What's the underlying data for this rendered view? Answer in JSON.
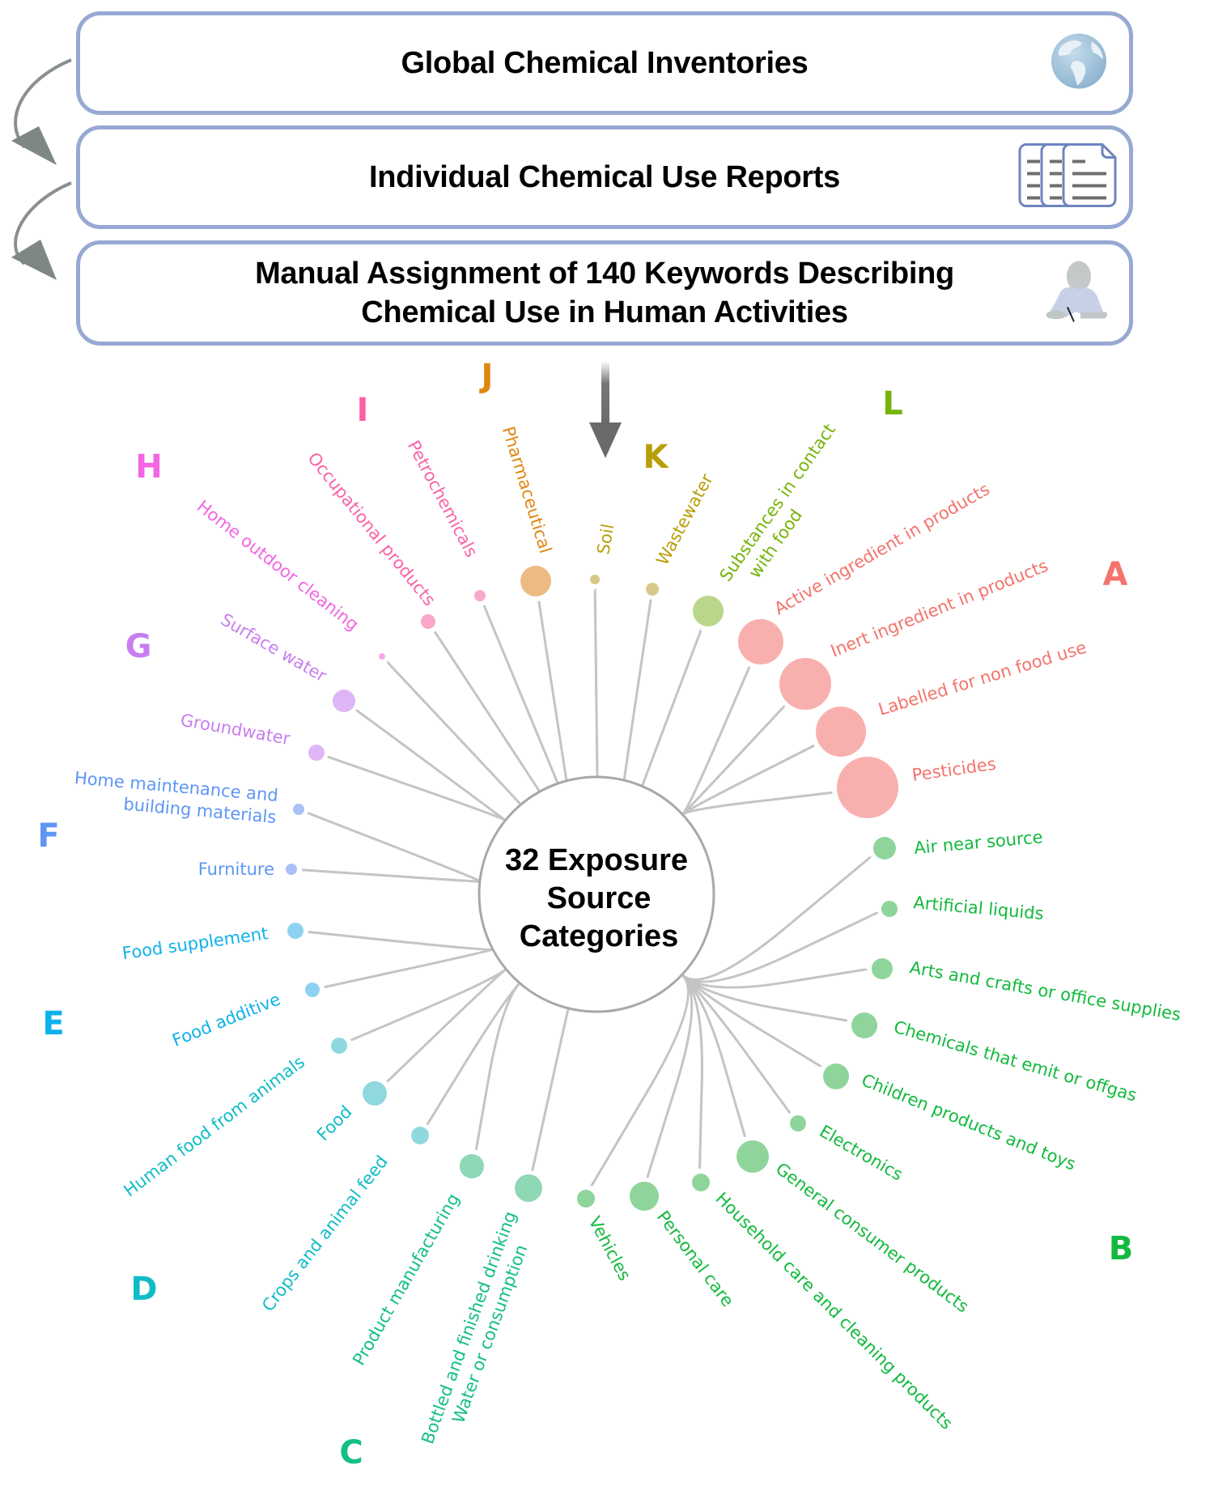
{
  "steps": [
    {
      "title_lines": [
        "Global Chemical Inventories"
      ],
      "icon": "globe-icon"
    },
    {
      "title_lines": [
        "Individual Chemical Use Reports"
      ],
      "icon": "documents-icon"
    },
    {
      "title_lines": [
        "Manual Assignment of 140 Keywords Describing",
        "Chemical Use in Human Activities"
      ],
      "icon": "person-writing-icon"
    }
  ],
  "center": {
    "lines": [
      "32 Exposure",
      "Source",
      "Categories"
    ]
  },
  "groups": [
    {
      "letter": "A",
      "color": "#f4736d",
      "node_color": "#f8b0ae"
    },
    {
      "letter": "B",
      "color": "#13b93e",
      "node_color": "#8fd59b"
    },
    {
      "letter": "C",
      "color": "#14bf81",
      "node_color": "#8ed8b6"
    },
    {
      "letter": "D",
      "color": "#0fbcc7",
      "node_color": "#8fd9de"
    },
    {
      "letter": "E",
      "color": "#0eb2ea",
      "node_color": "#8ed2f2"
    },
    {
      "letter": "F",
      "color": "#5d96f3",
      "node_color": "#a9c1f6"
    },
    {
      "letter": "G",
      "color": "#c77ef0",
      "node_color": "#dfb6f5"
    },
    {
      "letter": "H",
      "color": "#f465e3",
      "node_color": "#f6a9ee"
    },
    {
      "letter": "I",
      "color": "#fa62a6",
      "node_color": "#f9a8ca"
    },
    {
      "letter": "J",
      "color": "#e0870f",
      "node_color": "#ecbb83"
    },
    {
      "letter": "K",
      "color": "#b89f09",
      "node_color": "#d8c98a"
    },
    {
      "letter": "L",
      "color": "#76b40a",
      "node_color": "#b9d68b"
    }
  ],
  "categories": [
    {
      "label": "Active ingredient in products",
      "group": "A",
      "relative_size": 28
    },
    {
      "label": "Inert ingredient in products",
      "group": "A",
      "relative_size": 32
    },
    {
      "label": "Labelled for non food use",
      "group": "A",
      "relative_size": 31
    },
    {
      "label": "Pesticides",
      "group": "A",
      "relative_size": 38
    },
    {
      "label": "Air near source",
      "group": "B",
      "relative_size": 14
    },
    {
      "label": "Artificial liquids",
      "group": "B",
      "relative_size": 10
    },
    {
      "label": "Arts and crafts or office supplies",
      "group": "B",
      "relative_size": 13
    },
    {
      "label": "Chemicals that emit or offgas",
      "group": "B",
      "relative_size": 16
    },
    {
      "label": "Children products and toys",
      "group": "B",
      "relative_size": 16
    },
    {
      "label": "Electronics",
      "group": "B",
      "relative_size": 10
    },
    {
      "label": "General consumer products",
      "group": "B",
      "relative_size": 20
    },
    {
      "label": "Household care and cleaning products",
      "group": "B",
      "relative_size": 11
    },
    {
      "label": "Personal care",
      "group": "B",
      "relative_size": 18
    },
    {
      "label": "Vehicles",
      "group": "B",
      "relative_size": 11
    },
    {
      "label": "Bottled and finished drinking Water or consumption",
      "group": "C",
      "relative_size": 17
    },
    {
      "label": "Product manufacturing",
      "group": "C",
      "relative_size": 15
    },
    {
      "label": "Crops and animal feed",
      "group": "D",
      "relative_size": 11
    },
    {
      "label": "Food",
      "group": "D",
      "relative_size": 15
    },
    {
      "label": "Human food from animals",
      "group": "D",
      "relative_size": 10
    },
    {
      "label": "Food additive",
      "group": "E",
      "relative_size": 9
    },
    {
      "label": "Food supplement",
      "group": "E",
      "relative_size": 10
    },
    {
      "label": "Furniture",
      "group": "F",
      "relative_size": 7
    },
    {
      "label": "Home maintenance and building materials",
      "group": "F",
      "relative_size": 7
    },
    {
      "label": "Groundwater",
      "group": "G",
      "relative_size": 10
    },
    {
      "label": "Surface water",
      "group": "G",
      "relative_size": 14
    },
    {
      "label": "Home outdoor cleaning",
      "group": "H",
      "relative_size": 4
    },
    {
      "label": "Occupational products",
      "group": "I",
      "relative_size": 9
    },
    {
      "label": "Petrochemicals",
      "group": "I",
      "relative_size": 7
    },
    {
      "label": "Pharmaceutical",
      "group": "J",
      "relative_size": 19
    },
    {
      "label": "Soil",
      "group": "K",
      "relative_size": 6
    },
    {
      "label": "Wastewater",
      "group": "K",
      "relative_size": 8
    },
    {
      "label": "Substances in contact with food",
      "group": "L",
      "relative_size": 19
    }
  ]
}
